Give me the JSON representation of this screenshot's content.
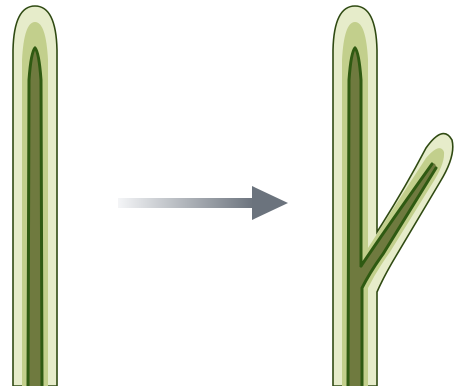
{
  "figure": {
    "panels": [
      {
        "name": "unbranched-shoot",
        "branches": 1
      },
      {
        "name": "branched-shoot",
        "branches": 2
      }
    ],
    "transition": "arrow-right"
  },
  "colors": {
    "outer_tissue": "#e6ecca",
    "outer_outline": "#2f4a12",
    "middle_tissue": "#c2cf8c",
    "inner_tissue": "#6f7a3f",
    "vein": "#2f5a12",
    "arrow_start": "#f4f5f7",
    "arrow_end": "#6b737d"
  }
}
